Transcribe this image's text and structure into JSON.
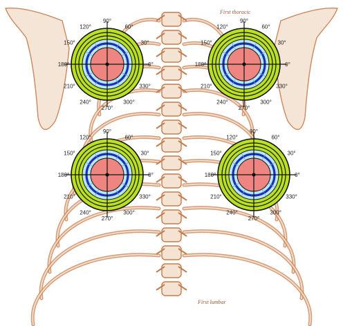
{
  "figure": {
    "anatomy_labels": {
      "first_thoracic": "First thoracic",
      "first_lumbar": "First lumbar"
    },
    "angle_labels": [
      "0°",
      "30°",
      "60°",
      "90°",
      "120°",
      "150°",
      "180°",
      "210°",
      "240°",
      "270°",
      "300°",
      "330°"
    ],
    "targets": [
      {
        "name": "upper-left"
      },
      {
        "name": "upper-right"
      },
      {
        "name": "lower-left"
      },
      {
        "name": "lower-right"
      }
    ],
    "colors": {
      "bone": "#c77b4b",
      "bone_light": "#f4e3d3",
      "outer_ring": "#b9e021",
      "ring_stroke": "#111111",
      "mid_ring": "#b7e6f7",
      "blue_ring": "#1b2fb9",
      "inner_disc": "#ee8580",
      "center_dot": "#111111"
    }
  }
}
